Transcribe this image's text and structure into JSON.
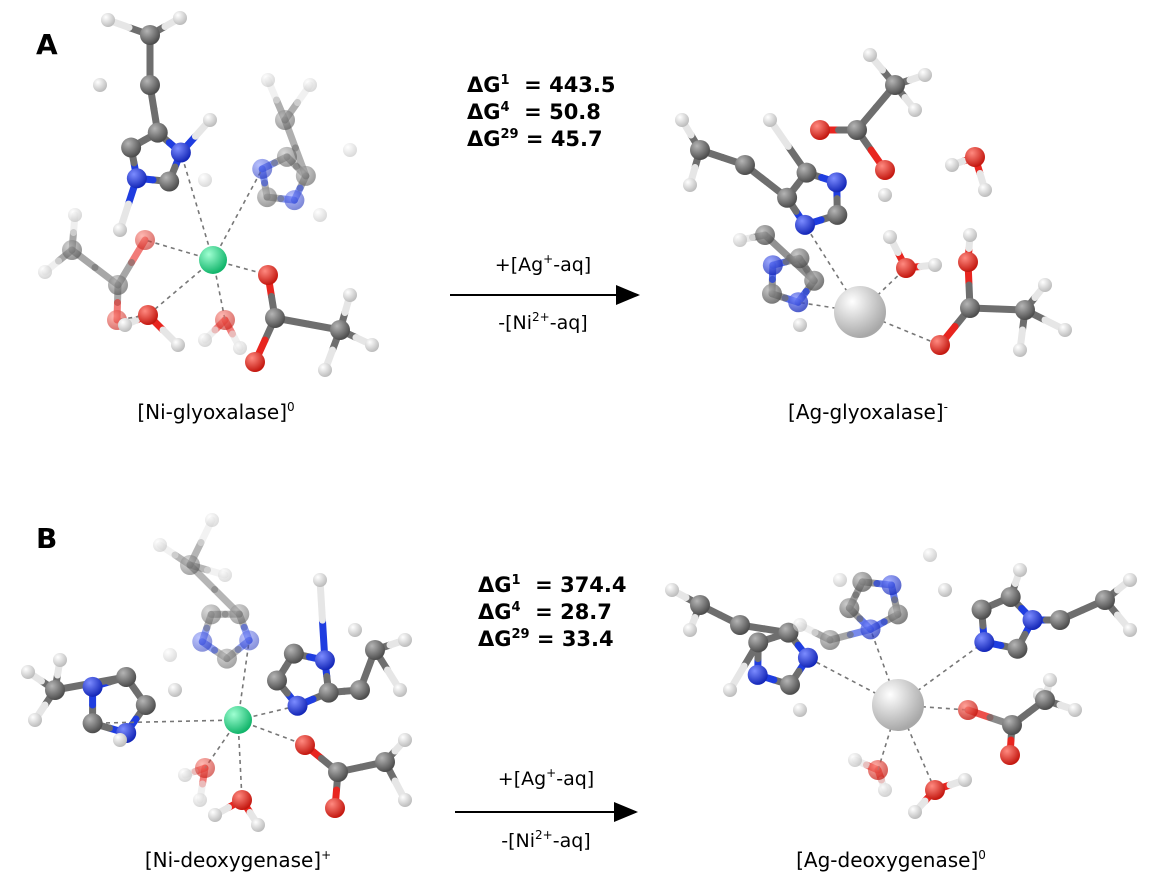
{
  "panel_a": {
    "label": "A",
    "energies": [
      {
        "sym": "ΔG",
        "sup": "1",
        "value": "= 443.5"
      },
      {
        "sym": "ΔG",
        "sup": "4",
        "value": "= 50.8"
      },
      {
        "sym": "ΔG",
        "sup": "29",
        "value": "= 45.7"
      }
    ],
    "arrow_top": {
      "main": "+[Ag",
      "sup": "+",
      "tail": "-aq]"
    },
    "arrow_bottom": {
      "main": "-[Ni",
      "sup": "2+",
      "tail": "-aq]"
    },
    "left_caption": {
      "main": "[Ni-glyoxalase]",
      "sup": "0"
    },
    "right_caption": {
      "main": "[Ag-glyoxalase]",
      "sup": "-"
    }
  },
  "panel_b": {
    "label": "B",
    "energies": [
      {
        "sym": "ΔG",
        "sup": "1",
        "value": "= 374.4"
      },
      {
        "sym": "ΔG",
        "sup": "4",
        "value": "= 28.7"
      },
      {
        "sym": "ΔG",
        "sup": "29",
        "value": "= 33.4"
      }
    ],
    "arrow_top": {
      "main": "+[Ag",
      "sup": "+",
      "tail": "-aq]"
    },
    "arrow_bottom": {
      "main": "-[Ni",
      "sup": "2+",
      "tail": "-aq]"
    },
    "left_caption": {
      "main": "[Ni-deoxygenase]",
      "sup": "+"
    },
    "right_caption": {
      "main": "[Ag-deoxygenase]",
      "sup": "0"
    }
  },
  "colors": {
    "carbon": "#6e6e6e",
    "nitrogen": "#1f3de0",
    "oxygen": "#e8251f",
    "hydrogen": "#e6e6e6",
    "nickel": "#1ee08a",
    "silver": "#d4d4d4"
  }
}
